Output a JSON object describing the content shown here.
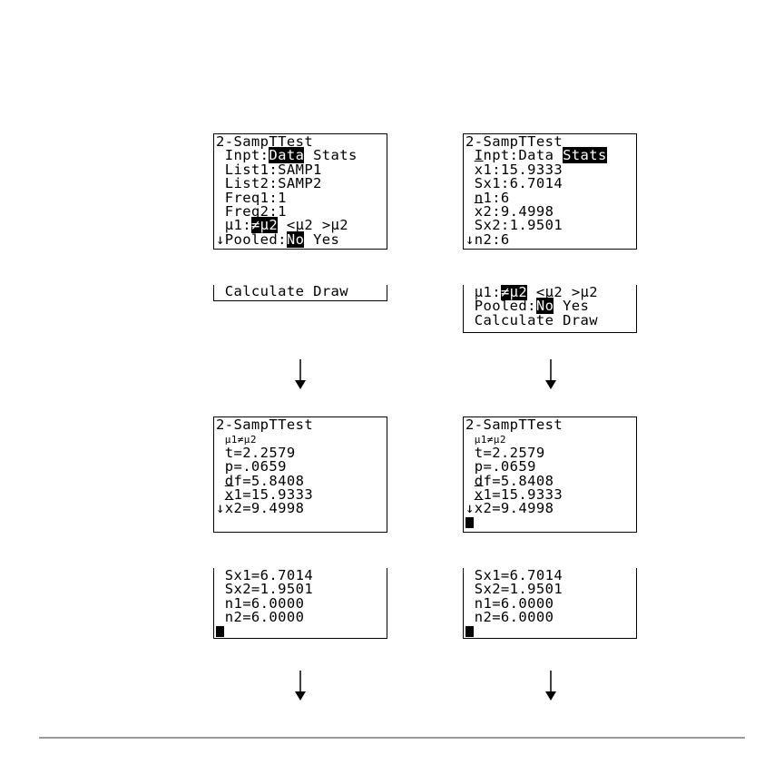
{
  "screens": {
    "s1": {
      "title": "2-SampTTest",
      "inpt_label": "Inpt:",
      "inpt_data": "Data",
      "inpt_stats": "Stats",
      "list1": "List1:SAMP1",
      "list2": "List2:SAMP2",
      "freq1": "Freq1:1",
      "freq2": "Freq2:1",
      "mu1_label": "μ1:",
      "mu1_ne": "≠μ2",
      "mu1_lt": "<μ2",
      "mu1_gt": ">μ2",
      "pooled_arrow": "↓",
      "pooled_label": "Pooled:",
      "pooled_no": "No",
      "pooled_yes": "Yes"
    },
    "s1b": {
      "calc": "Calculate",
      "draw": "Draw"
    },
    "s2": {
      "title": "2-SampTTest",
      "inpt_label": "Inpt:",
      "inpt_data": "Data",
      "inpt_stats": "Stats",
      "x1_label": "x",
      "x1_rest": "1:15.9333",
      "sx1": "Sx1:6.7014",
      "n1": "n1:6",
      "x2_label": "x",
      "x2_rest": "2:9.4998",
      "sx2": "Sx2:1.9501",
      "n2": "↓n2:6"
    },
    "s2b": {
      "mu1_label": "μ1:",
      "mu1_ne": "≠μ2",
      "mu1_lt": "<μ2",
      "mu1_gt": ">μ2",
      "pooled_label": "Pooled:",
      "pooled_no": "No",
      "pooled_yes": "Yes",
      "calc": "Calculate",
      "draw": "Draw"
    },
    "r1": {
      "title": "2-SampTTest",
      "hyp": "μ1≠μ2",
      "t": "t=2.2579",
      "p": "p=.0659",
      "df": "df=5.8408",
      "x1_label": "x",
      "x1_rest": "1=15.9333",
      "x2_arrow": "↓",
      "x2_label": "x",
      "x2_rest": "2=9.4998"
    },
    "r1b": {
      "sx1": "Sx1=6.7014",
      "sx2": "Sx2=1.9501",
      "n1": "n1=6.0000",
      "n2": "n2=6.0000"
    },
    "r2": {
      "title": "2-SampTTest",
      "hyp": "μ1≠μ2",
      "t": "t=2.2579",
      "p": "p=.0659",
      "df": "df=5.8408",
      "x1_label": "x",
      "x1_rest": "1=15.9333",
      "x2_arrow": "↓",
      "x2_label": "x",
      "x2_rest": "2=9.4998"
    },
    "r2b": {
      "sx1": "Sx1=6.7014",
      "sx2": "Sx2=1.9501",
      "n1": "n1=6.0000",
      "n2": "n2=6.0000"
    }
  }
}
